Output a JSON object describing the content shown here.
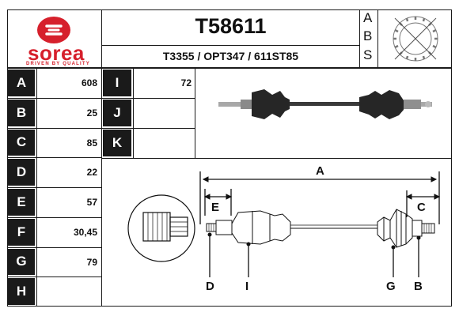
{
  "brand": {
    "name": "sorea",
    "tagline": "DRIVEN BY QUALITY",
    "color": "#d6202c"
  },
  "part_number": "T58611",
  "cross_references": "T3355 / OPT347 / 611ST85",
  "abs_letters": [
    "A",
    "B",
    "S"
  ],
  "specs_left": [
    {
      "label": "A",
      "value": "608"
    },
    {
      "label": "B",
      "value": "25"
    },
    {
      "label": "C",
      "value": "85"
    },
    {
      "label": "D",
      "value": "22"
    },
    {
      "label": "E",
      "value": "57"
    },
    {
      "label": "F",
      "value": "30,45"
    },
    {
      "label": "G",
      "value": "79"
    },
    {
      "label": "H",
      "value": ""
    }
  ],
  "specs_right": [
    {
      "label": "I",
      "value": "72"
    },
    {
      "label": "J",
      "value": ""
    },
    {
      "label": "K",
      "value": ""
    }
  ],
  "diagram_labels": {
    "A": "A",
    "C": "C",
    "E": "E",
    "D": "D",
    "I": "I",
    "G": "G",
    "B": "B"
  }
}
